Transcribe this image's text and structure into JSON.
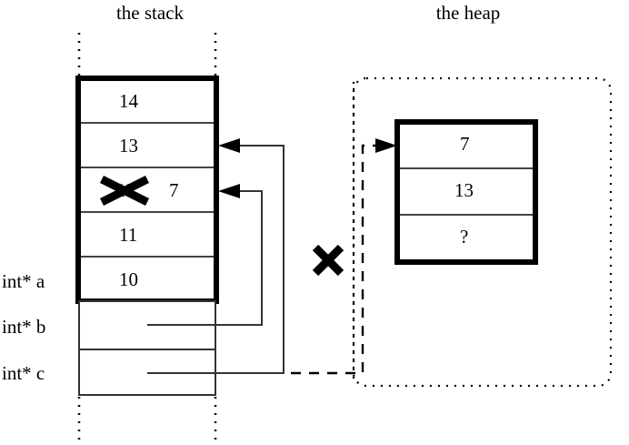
{
  "diagram": {
    "title_stack": "the stack",
    "title_heap": "the heap",
    "colors": {
      "ink": "#000000",
      "thin_line": "#333333",
      "background": "#ffffff"
    }
  },
  "stack": {
    "caption": "the stack",
    "cells": [
      {
        "value": "14"
      },
      {
        "value": "13"
      },
      {
        "value": "12",
        "crossed_out": true,
        "new_value": "7"
      },
      {
        "value": "11"
      },
      {
        "value": "10"
      }
    ],
    "pointer_rows": [
      {
        "label": "int* a",
        "value": ""
      },
      {
        "label": "int* b",
        "value": ""
      },
      {
        "label": "int* c",
        "value": ""
      }
    ]
  },
  "heap": {
    "caption": "the heap",
    "cells": [
      {
        "value": "7"
      },
      {
        "value": "13"
      },
      {
        "value": "?"
      }
    ]
  },
  "annotations": {
    "crossout_stack_cell": "X",
    "crossout_heap_pointer": "X"
  }
}
